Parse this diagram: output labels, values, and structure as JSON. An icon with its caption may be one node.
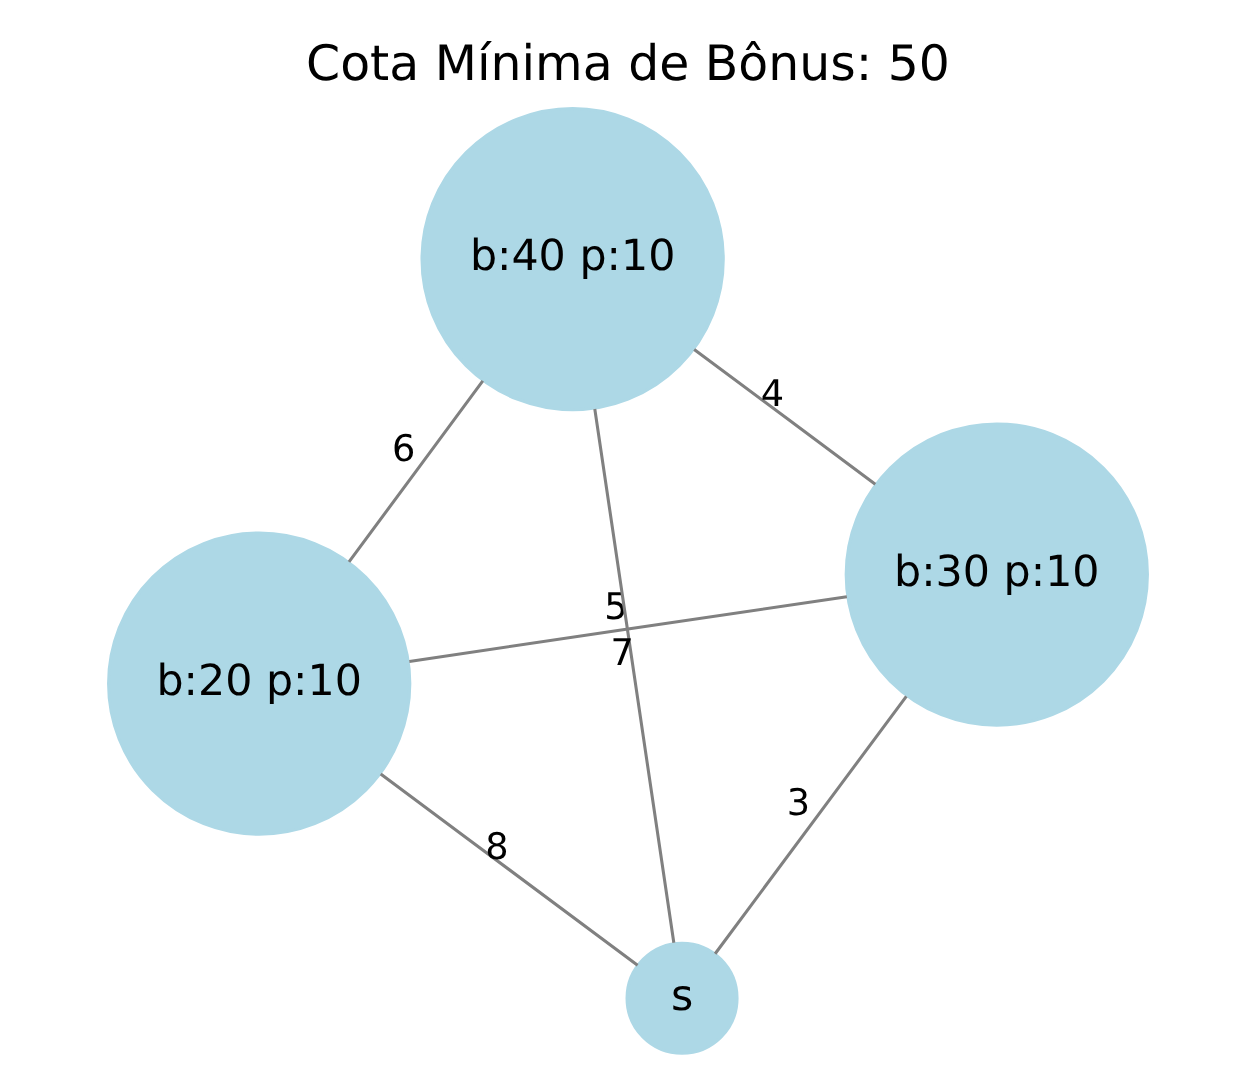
{
  "diagram": {
    "title": "Cota Mínima de Bônus: 50",
    "nodes": [
      {
        "text": [
          "b:20 p:10"
        ]
      },
      {
        "text": [
          "b:30 p:10"
        ]
      },
      {
        "text": [
          "s"
        ]
      },
      {
        "text": [
          "b:40 p:10"
        ]
      }
    ],
    "edges": [
      {
        "from": 0,
        "to": 1,
        "arrow": "none",
        "label": "5"
      },
      {
        "from": 2,
        "to": 0,
        "arrow": "none",
        "label": "8"
      },
      {
        "from": 2,
        "to": 1,
        "arrow": "none",
        "label": "3"
      },
      {
        "from": 0,
        "to": 3,
        "arrow": "none",
        "label": "6"
      },
      {
        "from": 1,
        "to": 3,
        "arrow": "none",
        "label": "4"
      },
      {
        "from": 2,
        "to": 3,
        "arrow": "none",
        "label": "7"
      }
    ]
  }
}
